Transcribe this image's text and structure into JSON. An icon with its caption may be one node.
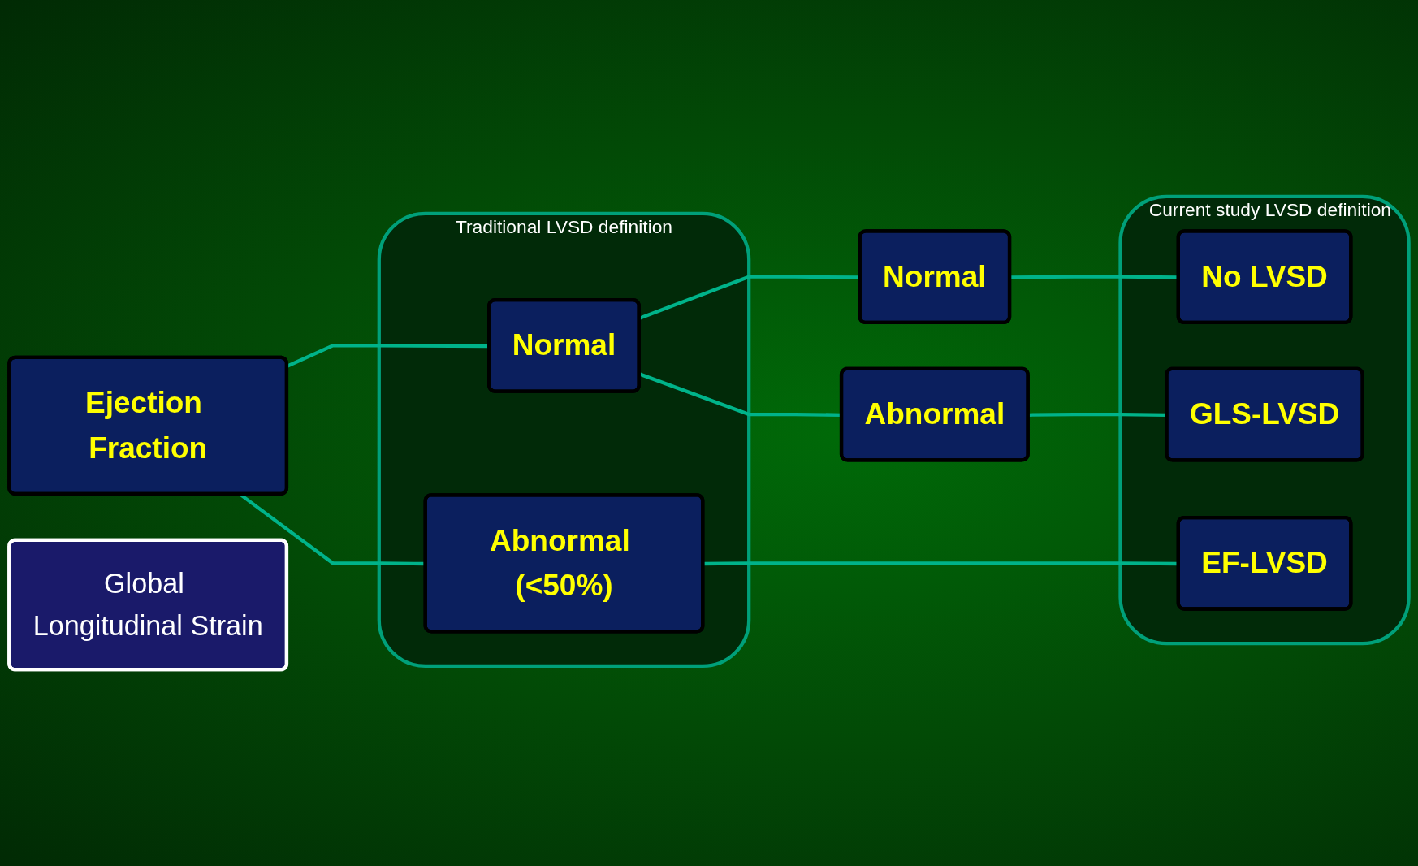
{
  "diagram": {
    "nodes": [
      {
        "text": [
          "Ejection Fraction"
        ]
      },
      {
        "text": [
          "Traditional LVSD definition"
        ]
      },
      {
        "text": [
          "Normal"
        ],
        "in": 1
      },
      {
        "text": [
          "Abnormal (<50%)"
        ],
        "in": 1
      },
      {
        "text": [
          "Global Longitudinal Strain"
        ]
      },
      {
        "text": [
          "Normal"
        ]
      },
      {
        "text": [
          "Abnormal"
        ]
      },
      {
        "text": [
          "Current study LVSD definition"
        ]
      },
      {
        "text": [
          "No LVSD"
        ],
        "in": 7
      },
      {
        "text": [
          "GLS-LVSD"
        ],
        "in": 7
      },
      {
        "text": [
          "EF-LVSD"
        ],
        "in": 7
      }
    ],
    "edges": [
      {
        "from": 0,
        "to": 2,
        "arrow": "none"
      },
      {
        "from": 0,
        "to": 3,
        "arrow": "none"
      },
      {
        "from": 2,
        "to": 5,
        "arrow": "none"
      },
      {
        "from": 2,
        "to": 6,
        "arrow": "none"
      },
      {
        "from": 5,
        "to": 8,
        "arrow": "none"
      },
      {
        "from": 6,
        "to": 9,
        "arrow": "none"
      },
      {
        "from": 3,
        "to": 10,
        "arrow": "none"
      }
    ]
  }
}
